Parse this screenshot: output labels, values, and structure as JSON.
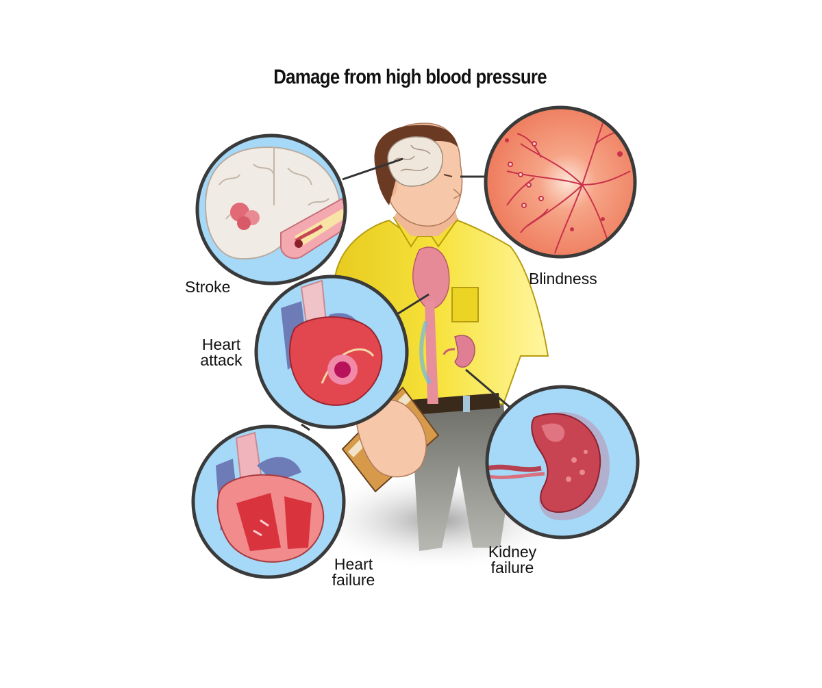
{
  "title": "Damage from high blood pressure",
  "labels": {
    "stroke": "Stroke",
    "blindness": "Blindness",
    "heart_attack_line1": "Heart",
    "heart_attack_line2": "attack",
    "heart_failure_line1": "Heart",
    "heart_failure_line2": "failure",
    "kidney_failure_line1": "Kidney",
    "kidney_failure_line2": "failure"
  },
  "colors": {
    "circle_fill": "#a6d8f7",
    "circle_border": "#3a3a3a",
    "shirt": "#f3dc2c",
    "skin": "#f6c7a8",
    "hair": "#6b3a22",
    "retina": "#f08a6a",
    "organ_red": "#e2474f",
    "vessel_blue": "#6d7bb6"
  }
}
